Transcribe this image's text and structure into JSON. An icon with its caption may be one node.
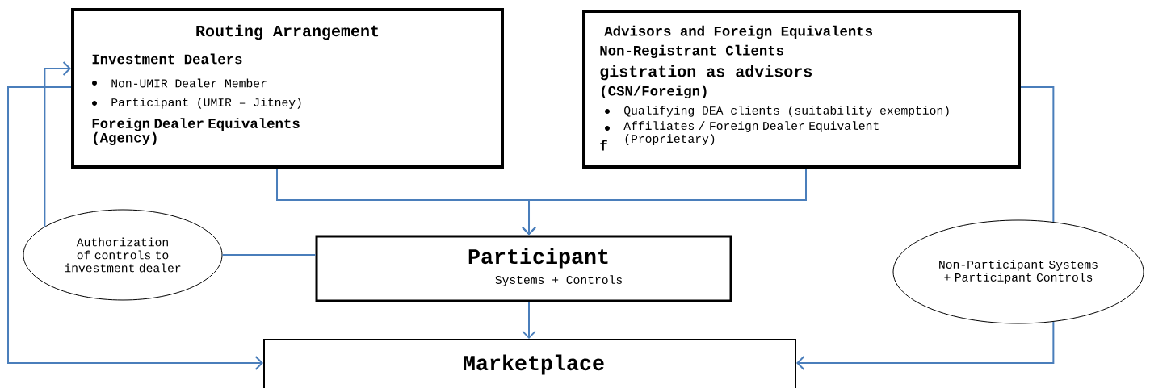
{
  "diagram": {
    "nodes": [
      {
        "text": [
          "Routing Arrangement",
          "Investment Dealers",
          "Non-UMIR Dealer Member",
          "Participant (UMIR – Jitney)",
          "Foreign Dealer Equivalents (Agency)"
        ]
      },
      {
        "text": [
          "Advisors and Foreign Equivalents",
          "Non-Registrant Clients",
          "gistration as advisors",
          "(CSN/Foreign)",
          "Qualifying DEA clients (suitability exemption)",
          "Affiliates / Foreign Dealer Equivalent (Proprietary)",
          "f"
        ]
      },
      {
        "text": [
          "Authorization of controls to investment dealer"
        ]
      },
      {
        "text": [
          "Participant",
          "Systems + Controls"
        ]
      },
      {
        "text": [
          "Non-Participant Systems + Participant Controls"
        ]
      },
      {
        "text": [
          "Marketplace"
        ]
      }
    ],
    "edges": [
      {
        "from": 0,
        "to": 3,
        "arrow": "to"
      },
      {
        "from": 1,
        "to": 3,
        "arrow": "to"
      },
      {
        "from": 3,
        "to": 5,
        "arrow": "to"
      },
      {
        "from": 2,
        "to": 3,
        "arrow": "none"
      },
      {
        "from": 2,
        "to": 0,
        "arrow": "to"
      },
      {
        "from": 0,
        "to": 5,
        "arrow": "to"
      },
      {
        "from": 1,
        "to": 4,
        "arrow": "none"
      },
      {
        "from": 4,
        "to": 5,
        "arrow": "to"
      }
    ]
  }
}
